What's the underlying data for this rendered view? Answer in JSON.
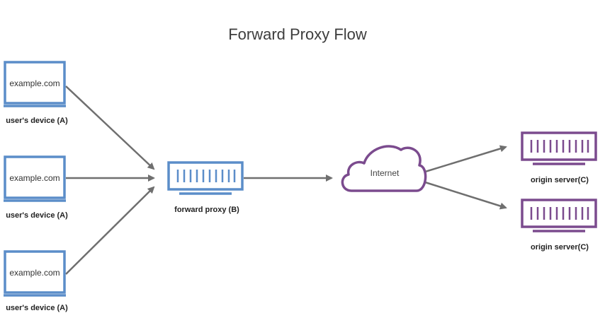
{
  "title": "Forward Proxy Flow",
  "colors": {
    "device": "#5b8dc9",
    "proxy": "#5b8dc9",
    "server": "#7b4b8e",
    "cloud": "#7b4b8e",
    "arrow": "#6f6f6f"
  },
  "devices": [
    {
      "screen_text": "example.com",
      "label": "user's device (A)",
      "icon": "laptop-icon"
    },
    {
      "screen_text": "example.com",
      "label": "user's device (A)",
      "icon": "laptop-icon"
    },
    {
      "screen_text": "example.com",
      "label": "user's device (A)",
      "icon": "laptop-icon"
    }
  ],
  "proxy": {
    "label": "forward proxy (B)",
    "icon": "proxy-server-icon"
  },
  "internet": {
    "label": "Internet",
    "icon": "cloud-icon"
  },
  "servers": [
    {
      "label": "origin server(C)",
      "icon": "server-icon"
    },
    {
      "label": "origin server(C)",
      "icon": "server-icon"
    }
  ]
}
